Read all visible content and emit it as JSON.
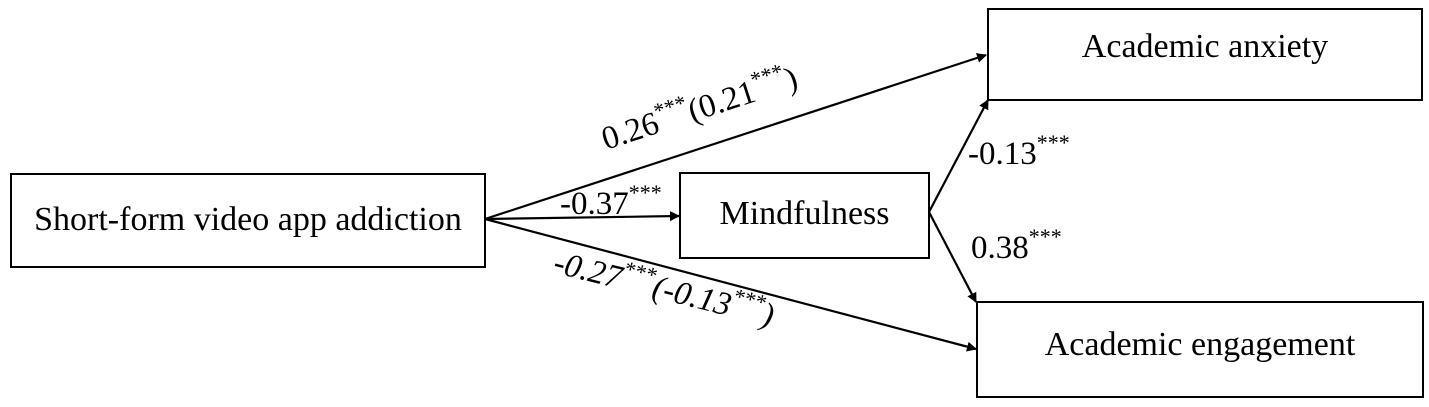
{
  "nodes": {
    "predictor": "Short-form video app addiction",
    "mediator": "Mindfulness",
    "outcome_anxiety": "Academic anxiety",
    "outcome_engagement": "Academic engagement"
  },
  "paths": {
    "addiction_to_anxiety": {
      "value": "0.26",
      "sig": "***",
      "open": "(",
      "direct_value": "0.21",
      "direct_sig": "***",
      "close": ")"
    },
    "addiction_to_mindfulness": {
      "value": "-0.37",
      "sig": "***"
    },
    "addiction_to_engagement": {
      "value": "-0.27",
      "sig": "***",
      "open": "(",
      "direct_value": "-0.13",
      "direct_sig": "***",
      "close": ")"
    },
    "mindfulness_to_anxiety": {
      "value": "-0.13",
      "sig": "***"
    },
    "mindfulness_to_engagement": {
      "value": "0.38",
      "sig": "***"
    }
  }
}
